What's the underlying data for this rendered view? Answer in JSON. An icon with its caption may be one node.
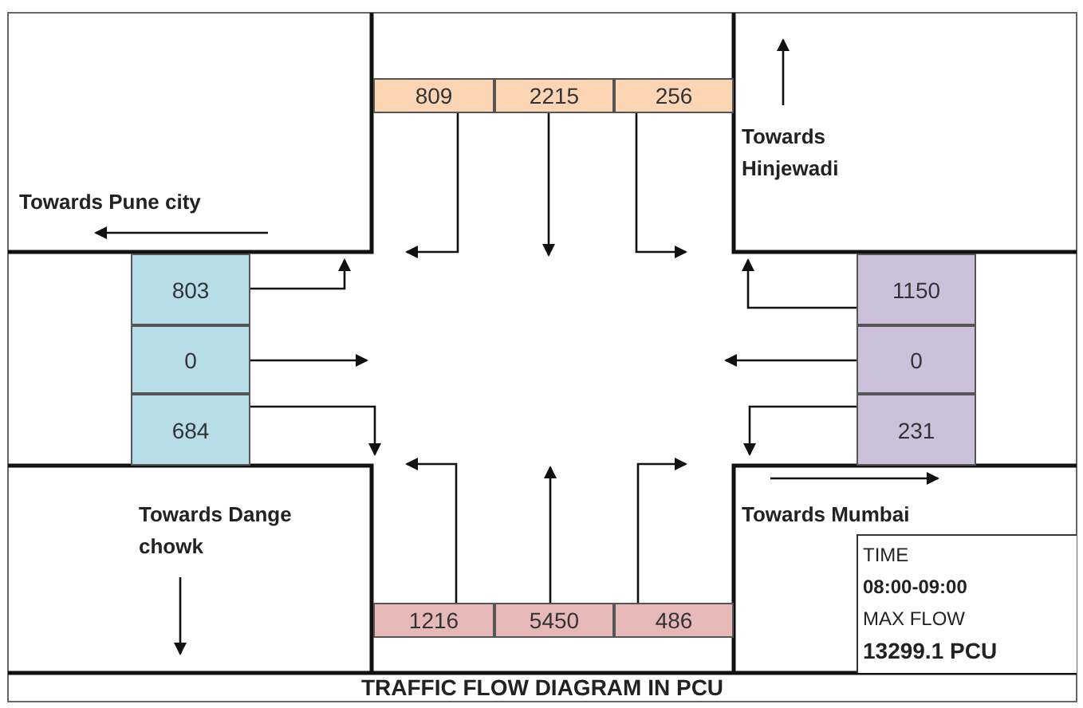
{
  "diagram": {
    "caption": "TRAFFIC FLOW DIAGRAM IN PCU",
    "nodes": [
      {
        "text": [
          "809"
        ]
      },
      {
        "text": [
          "2215"
        ]
      },
      {
        "text": [
          "256"
        ]
      },
      {
        "text": [
          "803"
        ]
      },
      {
        "text": [
          "0"
        ]
      },
      {
        "text": [
          "684"
        ]
      },
      {
        "text": [
          "1150"
        ]
      },
      {
        "text": [
          "0"
        ]
      },
      {
        "text": [
          "231"
        ]
      },
      {
        "text": [
          "1216"
        ]
      },
      {
        "text": [
          "5450"
        ]
      },
      {
        "text": [
          "486"
        ]
      },
      {
        "text": [
          "TIME",
          "08:00-09:00",
          "MAX FLOW",
          "13299.1 PCU"
        ]
      }
    ],
    "edges": [
      {
        "from": 0,
        "to": null,
        "arrow": "to"
      },
      {
        "from": 1,
        "to": null,
        "arrow": "to"
      },
      {
        "from": 2,
        "to": null,
        "arrow": "to"
      },
      {
        "from": 3,
        "to": null,
        "arrow": "to"
      },
      {
        "from": 4,
        "to": null,
        "arrow": "to"
      },
      {
        "from": 5,
        "to": null,
        "arrow": "to"
      },
      {
        "from": 6,
        "to": null,
        "arrow": "to"
      },
      {
        "from": 7,
        "to": null,
        "arrow": "to"
      },
      {
        "from": 8,
        "to": null,
        "arrow": "to"
      },
      {
        "from": 9,
        "to": null,
        "arrow": "to"
      },
      {
        "from": 10,
        "to": null,
        "arrow": "to"
      },
      {
        "from": 11,
        "to": null,
        "arrow": "to"
      }
    ],
    "labels": [
      "Towards Pune city",
      "Towards Hinjewadi",
      "Towards Dange chowk",
      "Towards Mumbai"
    ]
  }
}
